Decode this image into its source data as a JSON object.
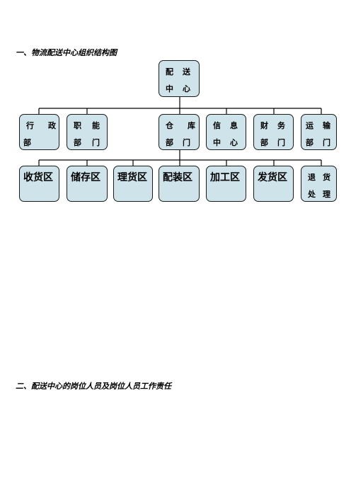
{
  "section1_title": "一、物流配送中心组织结构图",
  "section2_title": "二、配送中心的岗位人员及岗位人员工作责任",
  "org_chart": {
    "root": [
      "配",
      "送",
      "中",
      "心"
    ],
    "departments": [
      [
        "行",
        "政",
        "部"
      ],
      [
        "职",
        "能",
        "部",
        "门"
      ],
      [
        "仓",
        "库",
        "部",
        "门"
      ],
      [
        "信",
        "息",
        "中",
        "心"
      ],
      [
        "财",
        "务",
        "部",
        "门"
      ],
      [
        "运",
        "输",
        "部",
        "门"
      ]
    ],
    "areas": [
      "收货区",
      "储存区",
      "理货区",
      "配装区",
      "加工区",
      "发货区"
    ],
    "last_area": [
      "退",
      "货",
      "处",
      "理"
    ]
  }
}
